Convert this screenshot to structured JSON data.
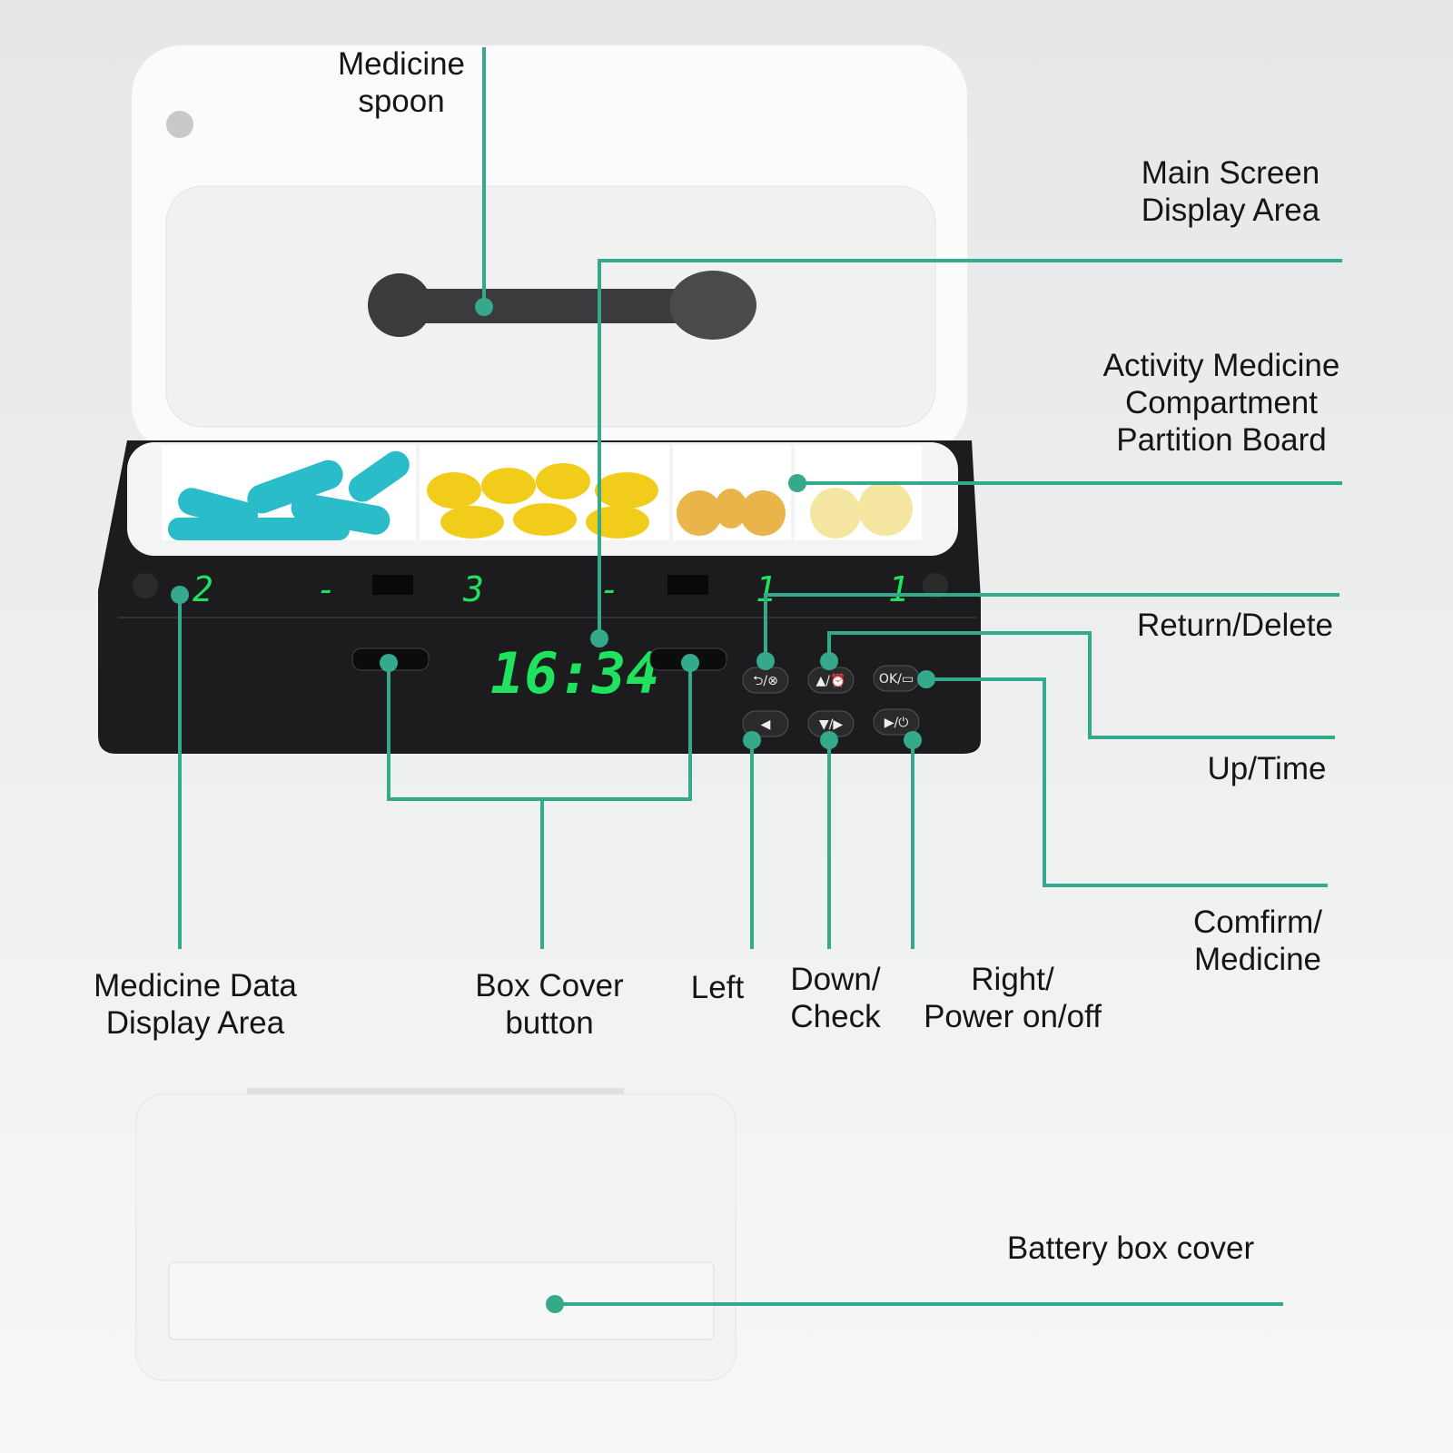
{
  "labels": {
    "medicine_spoon": "Medicine\nspoon",
    "main_screen": "Main Screen\nDisplay Area",
    "activity_board": "Activity Medicine\nCompartment\nPartition Board",
    "return_delete": "Return/Delete",
    "up_time": "Up/Time",
    "confirm_medicine": "Comfirm/\nMedicine",
    "medicine_data": "Medicine Data\nDisplay Area",
    "box_cover": "Box Cover\nbutton",
    "left": "Left",
    "down_check": "Down/\nCheck",
    "right_power": "Right/\nPower on/off",
    "battery_cover": "Battery box cover"
  },
  "device": {
    "main_time": "16:34",
    "compartment_digits": [
      "2",
      "-",
      "3",
      "-",
      "1",
      "1"
    ],
    "buttons": {
      "return": "⮌/⊗",
      "up": "▲/⏰",
      "ok": "OK/▭",
      "left": "◀",
      "down": "▼/▶",
      "right": "▶/⏻"
    }
  },
  "colors": {
    "callout": "#35a98b",
    "digits": "#1fe25f",
    "body": "#1c1c1e"
  }
}
